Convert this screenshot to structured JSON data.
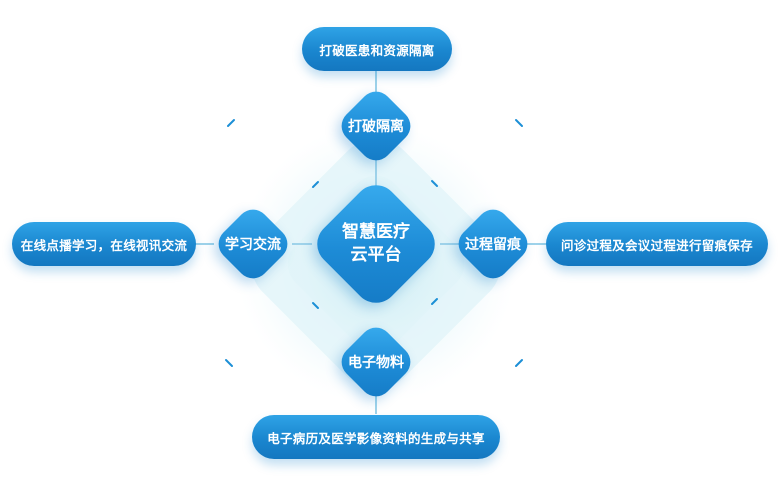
{
  "center": {
    "line1": "智慧医疗",
    "line2": "云平台"
  },
  "nodes": {
    "top": "打破隔离",
    "left": "学习交流",
    "right": "过程留痕",
    "bottom": "电子物料"
  },
  "descriptions": {
    "top": "打破医患和资源隔离",
    "left": "在线点播学习，在线视讯交流",
    "right": "问诊过程及会议过程进行留痕保存",
    "bottom": "电子病历及医学影像资料的生成与共享"
  },
  "colors": {
    "primary": "#1a86cf",
    "primary_light": "#3aaef0",
    "halo": "#e6f6fa",
    "connector": "#9fd3ea",
    "tick": "#1c8fd6"
  }
}
